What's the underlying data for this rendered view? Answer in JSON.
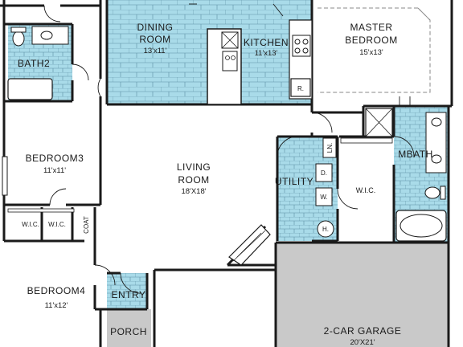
{
  "rooms": {
    "dining": {
      "name": "DINING ROOM",
      "name_l1": "DINING",
      "name_l2": "ROOM",
      "dims": "13'x11'"
    },
    "kitchen": {
      "name": "KITCHEN",
      "dims": "11'x13'"
    },
    "master": {
      "name": "MASTER BEDROOM",
      "name_l1": "MASTER",
      "name_l2": "BEDROOM",
      "dims": "15'x13'"
    },
    "bath2": {
      "name": "BATH2"
    },
    "bedroom3": {
      "name": "BEDROOM3",
      "dims": "11'x11'"
    },
    "living": {
      "name": "LIVING ROOM",
      "name_l1": "LIVING",
      "name_l2": "ROOM",
      "dims": "18'X18'"
    },
    "utility": {
      "name": "UTILITY"
    },
    "mbath": {
      "name": "MBATH"
    },
    "wic_master": {
      "name": "W.I.C."
    },
    "wic_left_a": {
      "name": "W.I.C."
    },
    "wic_left_b": {
      "name": "W.I.C."
    },
    "coat": {
      "name": "COAT"
    },
    "bedroom4": {
      "name": "BEDROOM4",
      "dims": "11'x12'"
    },
    "entry": {
      "name": "ENTRY"
    },
    "porch": {
      "name": "PORCH"
    },
    "garage": {
      "name": "2-CAR GARAGE",
      "dims": "20'X21'"
    }
  },
  "fixtures": {
    "refrigerator": "R.",
    "linen": "LN.",
    "dryer": "D.",
    "washer": "W.",
    "water_heater": "H."
  },
  "colors": {
    "tile": "#a9dbe9",
    "tile_grid": "#5c8fa3",
    "garage": "#c9c9c9",
    "wall": "#1a1a1a",
    "dashed": "#8a8a8a"
  }
}
